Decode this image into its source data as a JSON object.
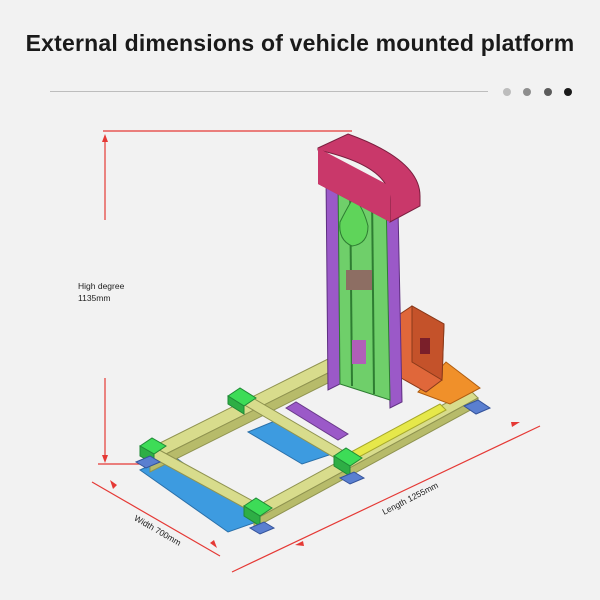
{
  "title": "External dimensions of vehicle mounted platform",
  "carousel": {
    "dots": [
      {
        "color": "#bdbdbd"
      },
      {
        "color": "#8e8e8e"
      },
      {
        "color": "#5c5c5c"
      },
      {
        "color": "#1a1a1a"
      }
    ]
  },
  "dimensions": {
    "height_label": "High degree",
    "height_value": "1135mm",
    "width_label": "Width 700mm",
    "length_label": "Length 1255mm"
  },
  "colors": {
    "dimension_line": "#e53935",
    "rail": "#d8dc8c",
    "rail_yellow": "#e6e84a",
    "blue_plate": "#3d9be0",
    "green_clamp": "#3ddc57",
    "mast_purple": "#9b59c8",
    "mast_green": "#6fcf6a",
    "top_cover": "#c9386a",
    "side_box": "#e0673a",
    "orange_plate": "#f0902a",
    "foot_blue": "#5a7fd0"
  }
}
